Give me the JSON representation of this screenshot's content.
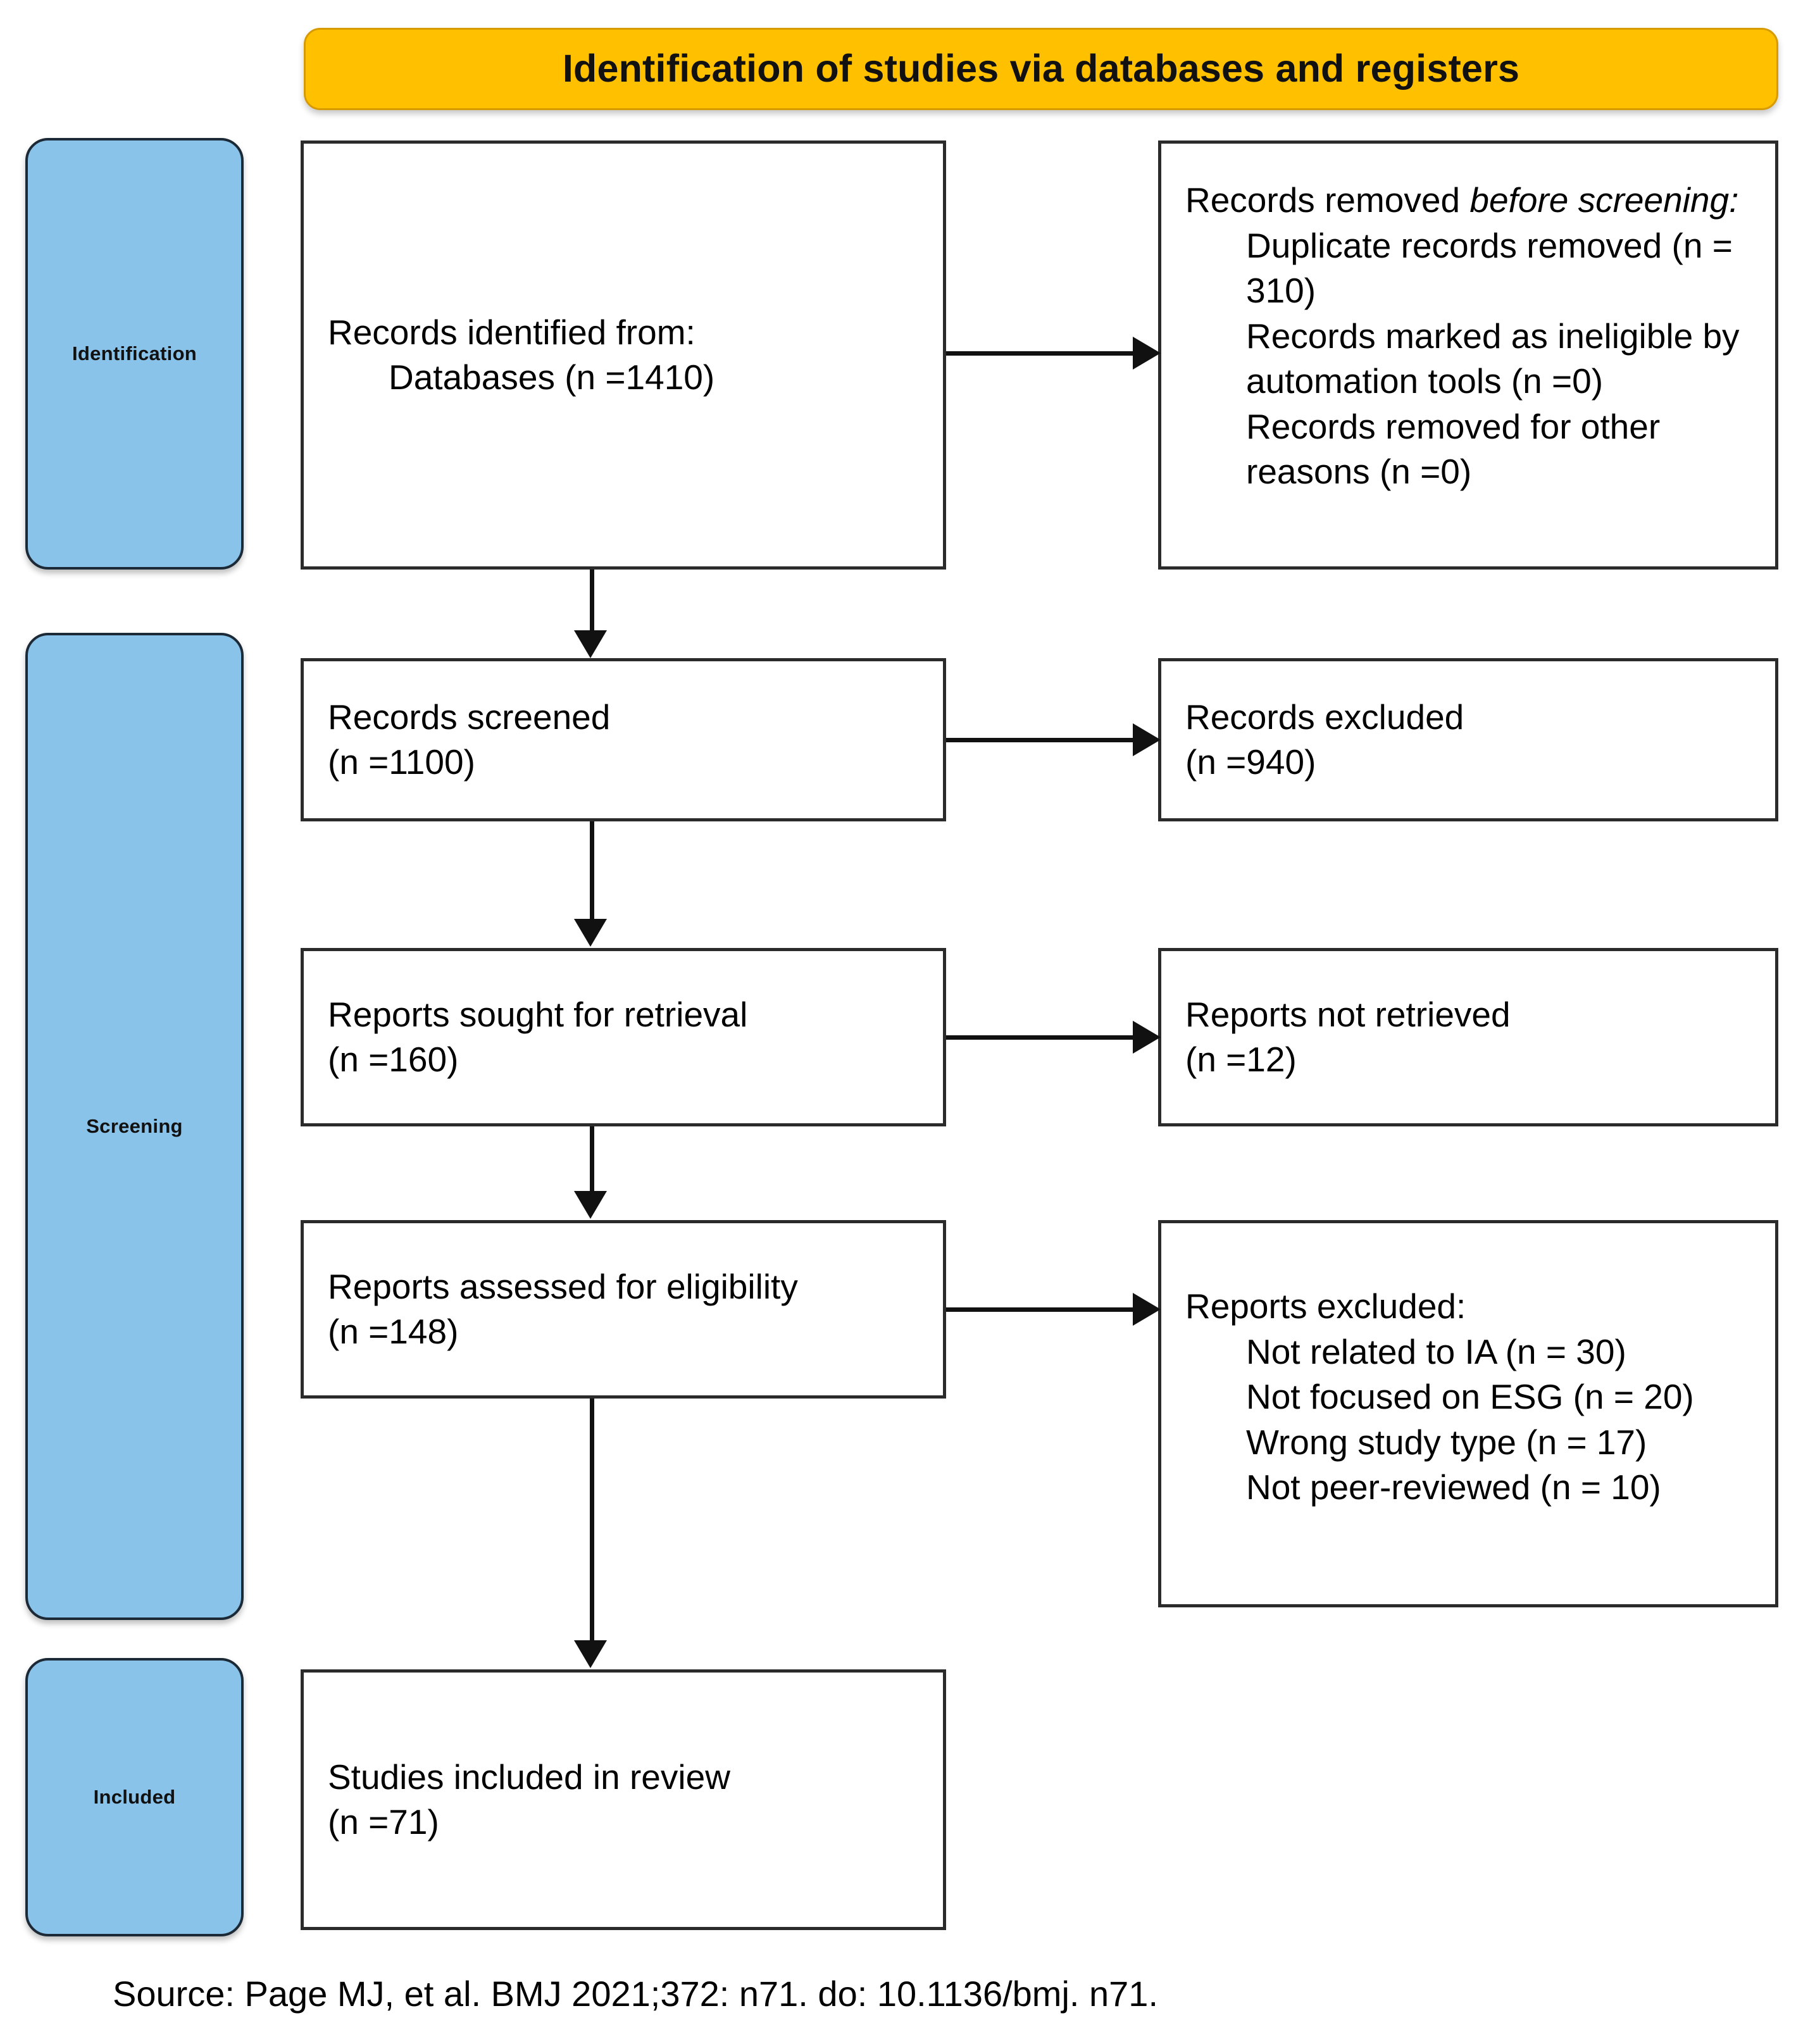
{
  "banner": {
    "title": "Identification of studies via databases and registers",
    "bg_color": "#FFC000"
  },
  "stages": [
    {
      "id": "identification",
      "label": "Identification"
    },
    {
      "id": "screening",
      "label": "Screening"
    },
    {
      "id": "included",
      "label": "Included"
    }
  ],
  "stage_color": "#8AC3EA",
  "boxes": {
    "records_identified": {
      "line1": "Records identified from:",
      "line2": "Databases (n =1410)"
    },
    "records_removed": {
      "head_plain": "Records removed ",
      "head_italic": "before screening",
      "head_colon": ":",
      "items": [
        "Duplicate records removed (n = 310)",
        "Records marked as ineligible by automation tools (n =0)",
        "Records removed for other reasons (n =0)"
      ]
    },
    "records_screened": {
      "line1": "Records screened",
      "line2": "(n =1100)"
    },
    "records_excluded": {
      "line1": "Records excluded",
      "line2": "(n =940)"
    },
    "reports_sought": {
      "line1": "Reports sought for retrieval",
      "line2": "(n =160)"
    },
    "reports_not_retrieved": {
      "line1": "Reports not retrieved",
      "line2": "(n =12)"
    },
    "reports_assessed": {
      "line1": "Reports assessed for eligibility",
      "line2": "(n =148)"
    },
    "reports_excluded": {
      "head": "Reports excluded:",
      "items": [
        "Not related to IA (n = 30)",
        "Not focused on ESG (n = 20)",
        "Wrong study type (n = 17)",
        "Not peer-reviewed (n = 10)"
      ]
    },
    "studies_included": {
      "line1": "Studies included in review",
      "line2": "(n =71)"
    }
  },
  "source": "Source: Page MJ, et al. BMJ 2021;372: n71. do: 10.1136/bmj. n71.",
  "chart_data": {
    "type": "diagram",
    "title": "Identification of studies via databases and registers",
    "flow": [
      {
        "stage": "Identification",
        "node": "Records identified from: Databases",
        "n": 1410
      },
      {
        "stage": "Identification",
        "node": "Duplicate records removed",
        "n": 310
      },
      {
        "stage": "Identification",
        "node": "Records marked as ineligible by automation tools",
        "n": 0
      },
      {
        "stage": "Identification",
        "node": "Records removed for other reasons",
        "n": 0
      },
      {
        "stage": "Screening",
        "node": "Records screened",
        "n": 1100
      },
      {
        "stage": "Screening",
        "node": "Records excluded",
        "n": 940
      },
      {
        "stage": "Screening",
        "node": "Reports sought for retrieval",
        "n": 160
      },
      {
        "stage": "Screening",
        "node": "Reports not retrieved",
        "n": 12
      },
      {
        "stage": "Screening",
        "node": "Reports assessed for eligibility",
        "n": 148
      },
      {
        "stage": "Screening",
        "node": "Reports excluded: Not related to IA",
        "n": 30
      },
      {
        "stage": "Screening",
        "node": "Reports excluded: Not focused on ESG",
        "n": 20
      },
      {
        "stage": "Screening",
        "node": "Reports excluded: Wrong study type",
        "n": 17
      },
      {
        "stage": "Screening",
        "node": "Reports excluded: Not peer-reviewed",
        "n": 10
      },
      {
        "stage": "Included",
        "node": "Studies included in review",
        "n": 71
      }
    ]
  }
}
